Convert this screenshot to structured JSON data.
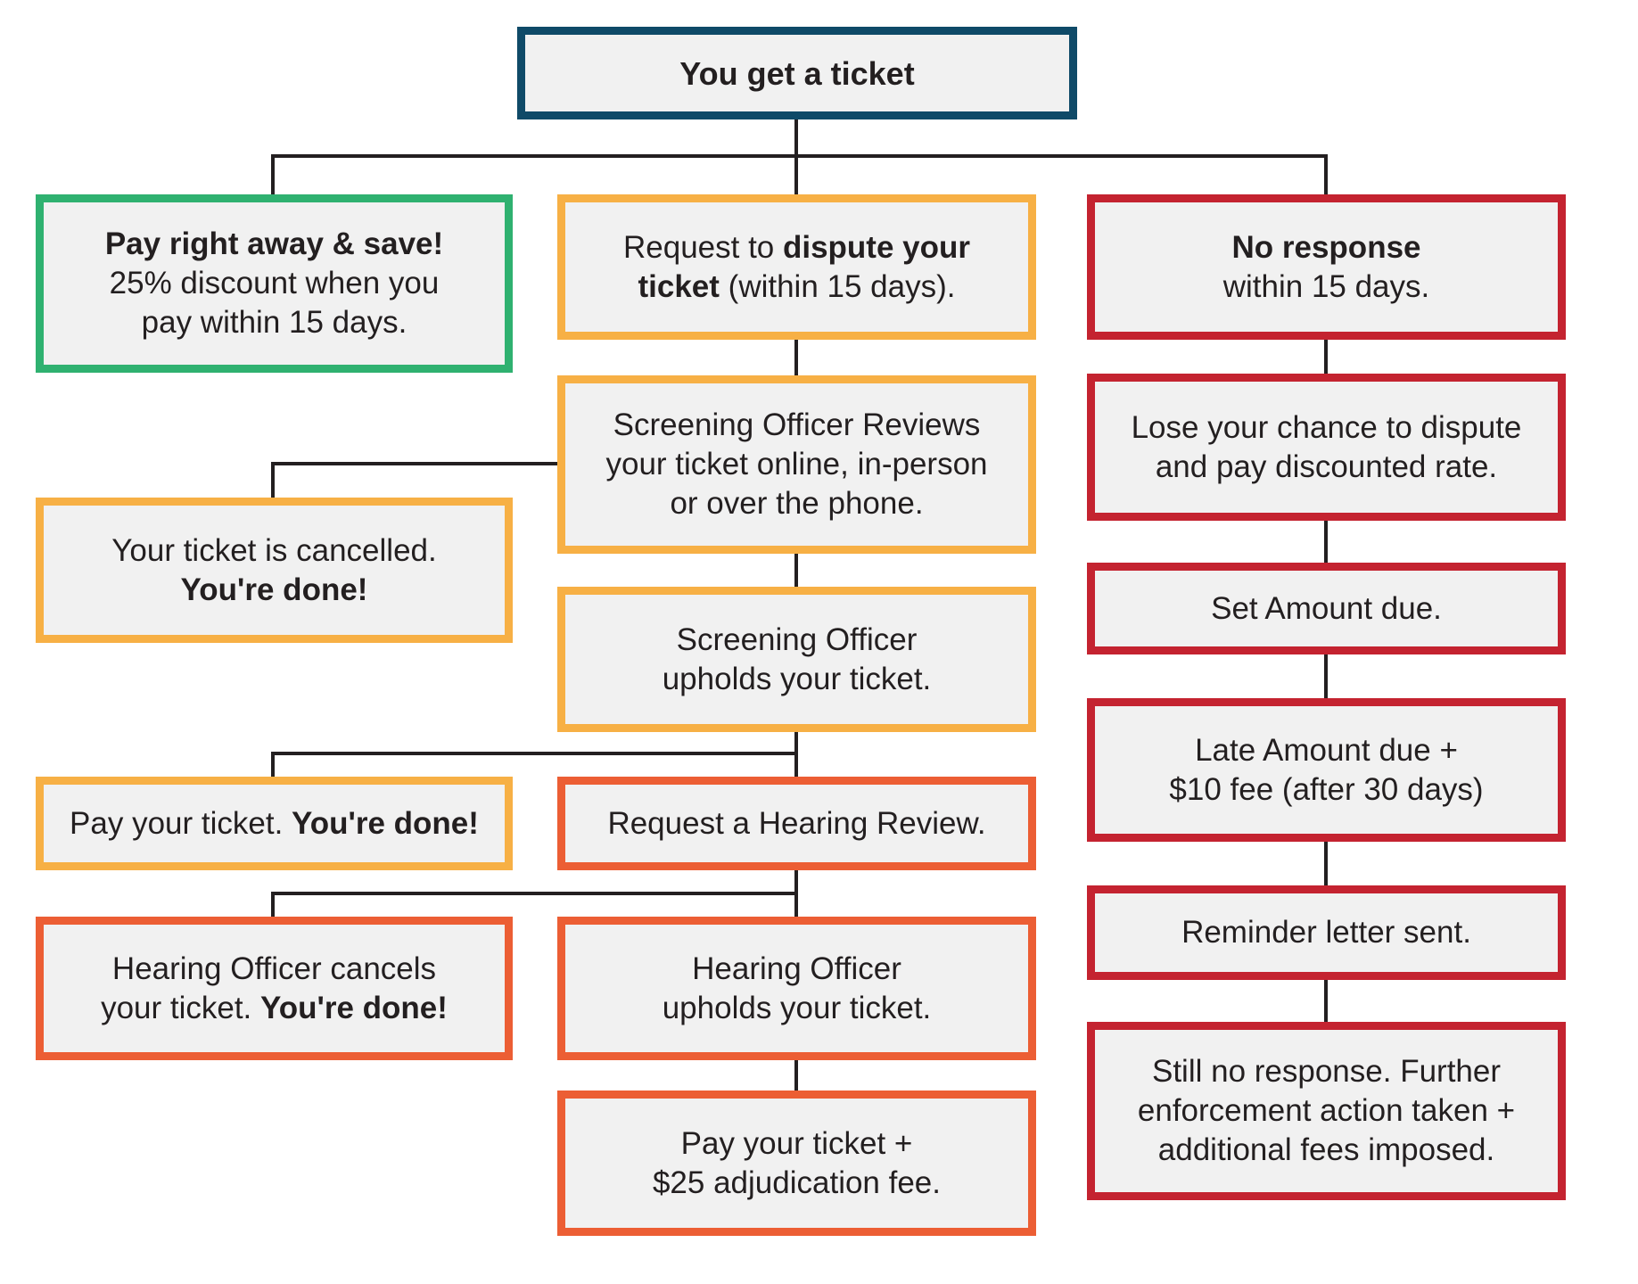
{
  "colors": {
    "green": "#2fb170",
    "amber": "#f7b045",
    "orange": "#ec5e34",
    "red": "#c42330",
    "navy": "#0f4a68",
    "box_fill": "#f1f1f1",
    "connector": "#231f20"
  },
  "nodes": {
    "root": {
      "bold": "You get a ticket"
    },
    "pay_now": {
      "heading": "Pay right away & save!",
      "line1": "25% discount when you",
      "line2": "pay within 15 days."
    },
    "dispute": {
      "pre": "Request to ",
      "bold1": "dispute your",
      "bold2": "ticket",
      "post": " (within 15 days)."
    },
    "no_response": {
      "heading": "No response",
      "line1": "within 15 days."
    },
    "screening_review": {
      "line1": "Screening Officer Reviews",
      "line2": "your ticket online, in-person",
      "line3": "or over the phone."
    },
    "lose_chance": {
      "line1": "Lose your chance to dispute",
      "line2": "and pay discounted rate."
    },
    "cancelled": {
      "line1": "Your ticket is cancelled.",
      "bold": "You're done!"
    },
    "set_amount": {
      "line1": "Set Amount due."
    },
    "screening_upholds": {
      "line1": "Screening Officer",
      "line2": "upholds your ticket."
    },
    "late_amount": {
      "line1": "Late Amount due +",
      "line2": "$10 fee (after 30 days)"
    },
    "pay_done": {
      "pre": "Pay your ticket. ",
      "bold": "You're done!"
    },
    "hearing_request": {
      "line1": "Request a Hearing Review."
    },
    "reminder": {
      "line1": "Reminder letter sent."
    },
    "hearing_cancels": {
      "line1": "Hearing Officer cancels",
      "line2_pre": "your ticket. ",
      "line2_bold": "You're done!"
    },
    "hearing_upholds": {
      "line1": "Hearing Officer",
      "line2": "upholds your ticket."
    },
    "further_action": {
      "line1": "Still no response. Further",
      "line2": "enforcement action taken +",
      "line3": "additional fees imposed."
    },
    "pay_fee": {
      "line1": "Pay your ticket +",
      "line2": "$25 adjudication fee."
    }
  }
}
